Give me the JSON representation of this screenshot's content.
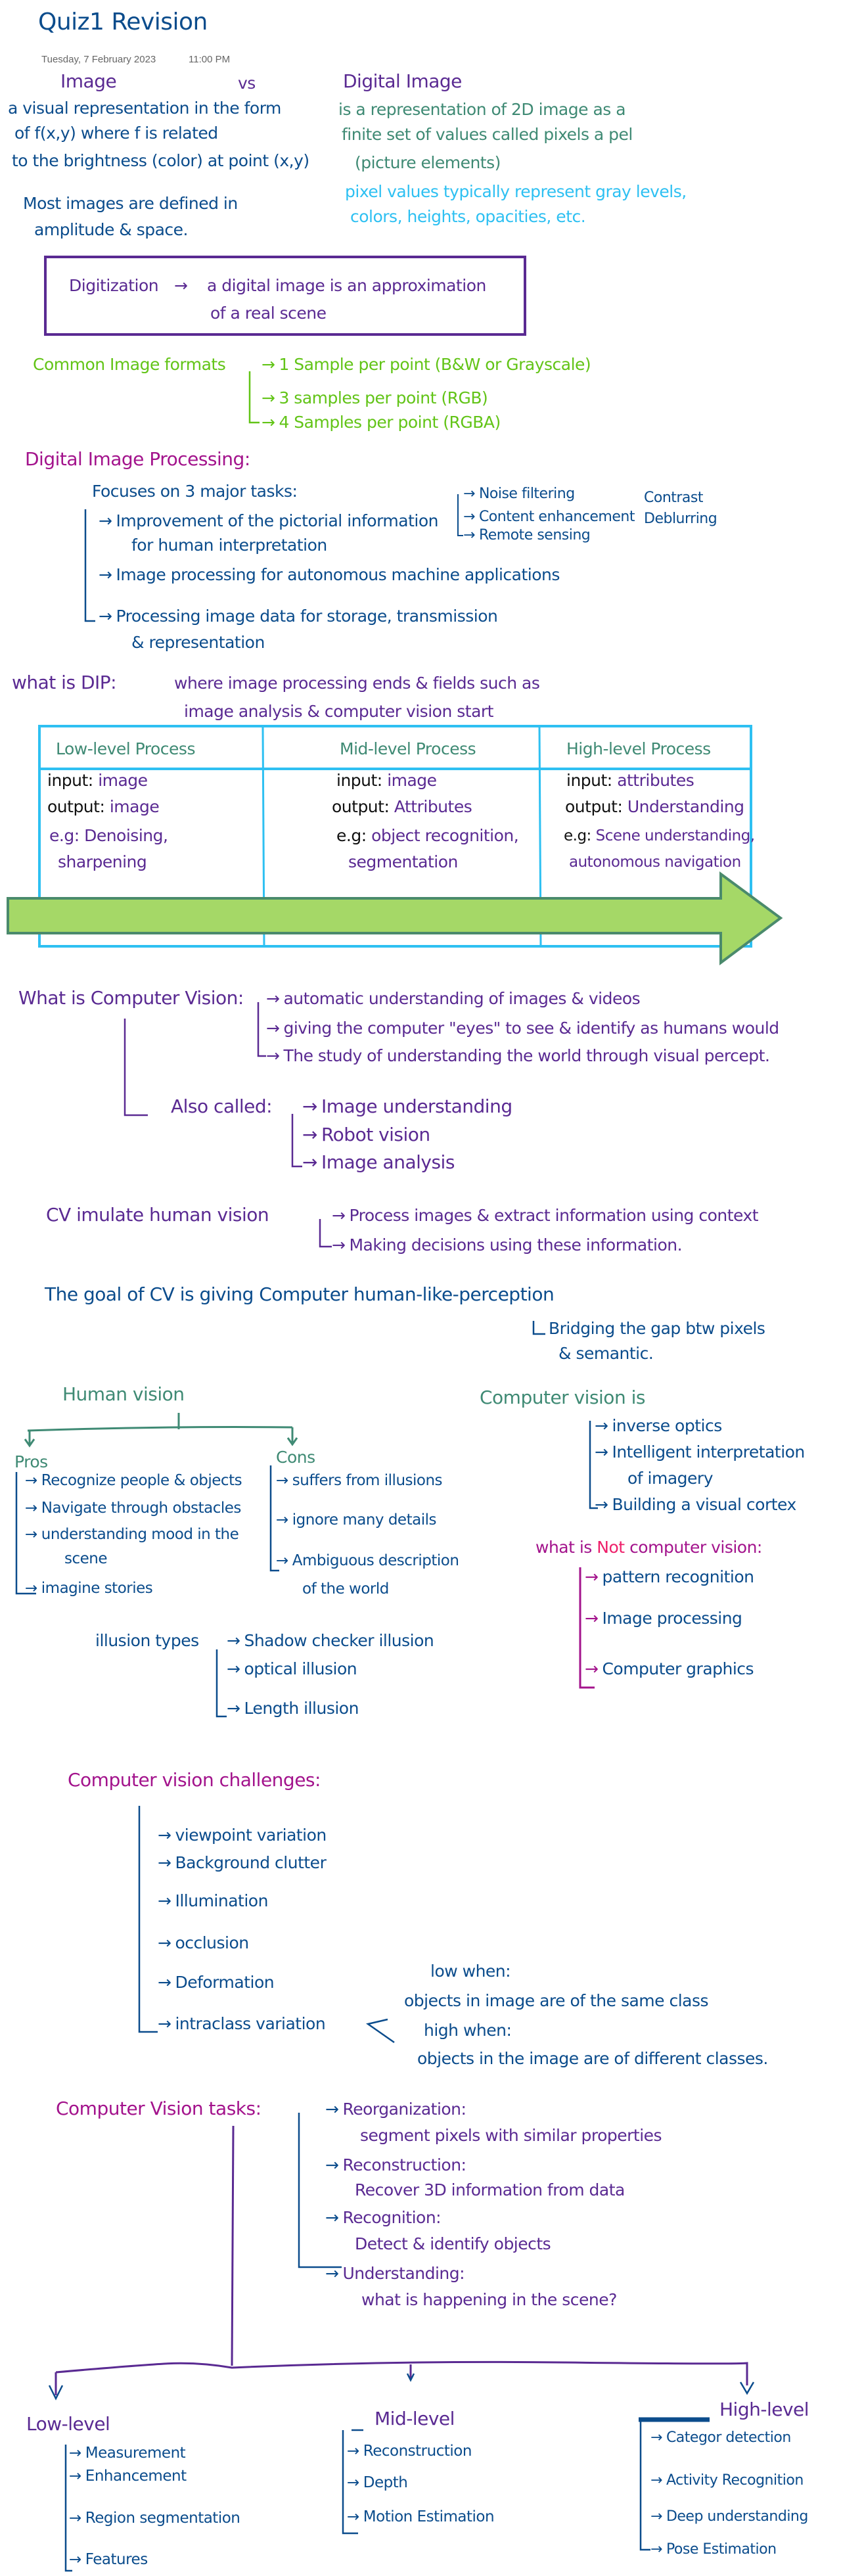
{
  "page": {
    "title": "Quiz1 Revision",
    "date": "Tuesday, 7 February 2023",
    "time": "11:00 PM"
  },
  "colors": {
    "navy": "#0b4c8c",
    "purple": "#5a2a92",
    "teal": "#3f8a74",
    "cyan": "#2ec0f2",
    "lime": "#62c417",
    "magenta": "#a3138c",
    "arrow_fill": "#a5d867",
    "table_border": "#2ec0f2"
  },
  "image_vs": {
    "left_title": "Image",
    "vs": "vs",
    "right_title": "Digital Image",
    "left_lines": [
      "a visual representation in the form",
      "of f(x,y) where f is related",
      "to the brightness (color) at point (x,y)"
    ],
    "left_note": [
      "Most images are defined in",
      "amplitude & space."
    ],
    "right_lines": [
      "is a representation of 2D image as a",
      "finite set of values called pixels a pel",
      "(picture elements)"
    ],
    "right_note": [
      "pixel values typically represent gray levels,",
      "colors, heights, opacities, etc."
    ]
  },
  "digitization": {
    "term": "Digitization",
    "line1": "a digital image is an approximation",
    "line2": "of a real scene"
  },
  "formats": {
    "label": "Common Image formats",
    "items": [
      "1 Sample per point (B&W or Grayscale)",
      "3 samples per point (RGB)",
      "4 Samples per point (RGBA)"
    ]
  },
  "dip": {
    "heading": "Digital Image Processing:",
    "focus": "Focuses on 3 major tasks:",
    "tasks": [
      "Improvement of the pictorial information",
      "for human interpretation",
      "Image processing for autonomous machine applications",
      "Processing image data for storage, transmission",
      "& representation"
    ],
    "sub": [
      "Noise filtering",
      "Content enhancement",
      "Remote sensing"
    ],
    "subsub": [
      "Contrast",
      "Deblurring"
    ],
    "what_label": "what is DIP:",
    "what_lines": [
      "where image processing ends & fields such as",
      "image analysis & computer vision start"
    ]
  },
  "process_table": {
    "headers": [
      "Low-level Process",
      "Mid-level Process",
      "High-level Process"
    ],
    "input_label": "input:",
    "output_label": "output:",
    "eg_label": "e.g:",
    "cols": [
      {
        "input": "image",
        "output": "image",
        "eg": [
          "Denoising,",
          "sharpening"
        ]
      },
      {
        "input": "image",
        "output": "Attributes",
        "eg": [
          "object recognition,",
          "segmentation"
        ]
      },
      {
        "input": "attributes",
        "output": "Understanding",
        "eg": [
          "Scene understanding,",
          "autonomous navigation"
        ]
      }
    ]
  },
  "cv": {
    "what_label": "What is Computer Vision:",
    "defs": [
      "automatic understanding of images & videos",
      "giving the computer \"eyes\" to see & identify as humans would",
      "The study of understanding the world through visual percept."
    ],
    "also_label": "Also called:",
    "also": [
      "Image understanding",
      "Robot vision",
      "Image analysis"
    ],
    "imitate_label": "CV imulate human vision",
    "imitate": [
      "Process images & extract information using context",
      "Making decisions using these information."
    ],
    "goal": "The goal of CV is giving Computer human-like-perception",
    "goal_sub": [
      "Bridging the gap btw pixels",
      "& semantic."
    ]
  },
  "human_vision": {
    "title": "Human vision",
    "pros_label": "Pros",
    "cons_label": "Cons",
    "pros": [
      "Recognize people & objects",
      "Navigate through obstacles",
      "understanding mood in the",
      "scene",
      "imagine stories"
    ],
    "cons": [
      "suffers from illusions",
      "ignore many details",
      "Ambiguous description",
      "of the world"
    ],
    "illusion_label": "illusion types",
    "illusions": [
      "Shadow checker illusion",
      "optical illusion",
      "Length illusion"
    ]
  },
  "cv_is": {
    "title": "Computer vision is",
    "items": [
      "inverse optics",
      "Intelligent interpretation",
      "of imagery",
      "Building a visual cortex"
    ]
  },
  "not_cv": {
    "prefix": "what is",
    "not": "Not",
    "suffix": "computer vision:",
    "items": [
      "pattern recognition",
      "Image processing",
      "Computer graphics"
    ]
  },
  "challenges": {
    "title": "Computer vision challenges:",
    "items": [
      "viewpoint variation",
      "Background clutter",
      "Illumination",
      "occlusion",
      "Deformation",
      "intraclass variation"
    ],
    "intraclass": [
      "low when:",
      "objects in image are of the same class",
      "high when:",
      "objects in the image are of different classes."
    ]
  },
  "tasks": {
    "title": "Computer Vision tasks:",
    "items": [
      "Reorganization:",
      "segment pixels with similar properties",
      "Reconstruction:",
      "Recover 3D information from data",
      "Recognition:",
      "Detect & identify objects",
      "Understanding:",
      "what is happening in the scene?"
    ],
    "levels": [
      {
        "name": "Low-level",
        "items": [
          "Measurement",
          "Enhancement",
          "Region segmentation",
          "Features"
        ]
      },
      {
        "name": "Mid-level",
        "items": [
          "Reconstruction",
          "Depth",
          "Motion Estimation"
        ]
      },
      {
        "name": "High-level",
        "items": [
          "Categor detection",
          "Activity Recognition",
          "Deep understanding",
          "Pose Estimation"
        ]
      }
    ]
  }
}
